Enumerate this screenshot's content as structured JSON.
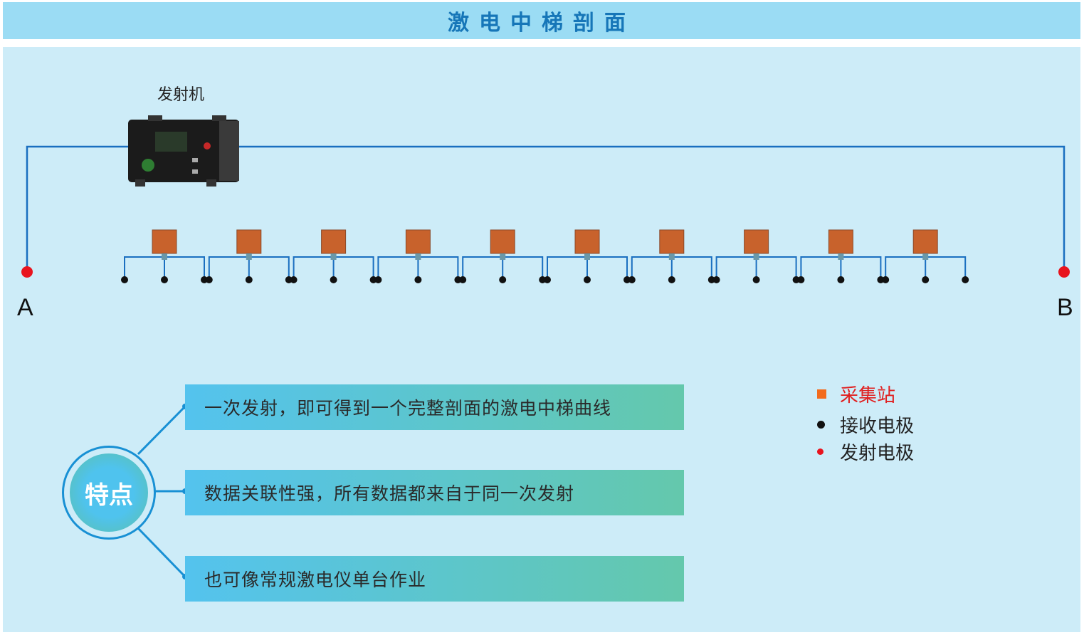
{
  "title": "激电中梯剖面",
  "transmitter_label": "发射机",
  "point_a": "A",
  "point_b": "B",
  "station_count": 10,
  "features_label": "特点",
  "features": [
    "一次发射，即可得到一个完整剖面的激电中梯曲线",
    "数据关联性强，所有数据都来自于同一次发射",
    "也可像常规激电仪单台作业"
  ],
  "legend": [
    {
      "label": "采集站",
      "color": "#f26b1d",
      "text_color": "#e02020",
      "shape": "square"
    },
    {
      "label": "接收电极",
      "color": "#111111",
      "text_color": "#222222",
      "shape": "dot"
    },
    {
      "label": "发射电极",
      "color": "#e8141e",
      "text_color": "#222222",
      "shape": "dot"
    }
  ],
  "colors": {
    "wire": "#1a6fc0",
    "station": "#c8622c"
  }
}
